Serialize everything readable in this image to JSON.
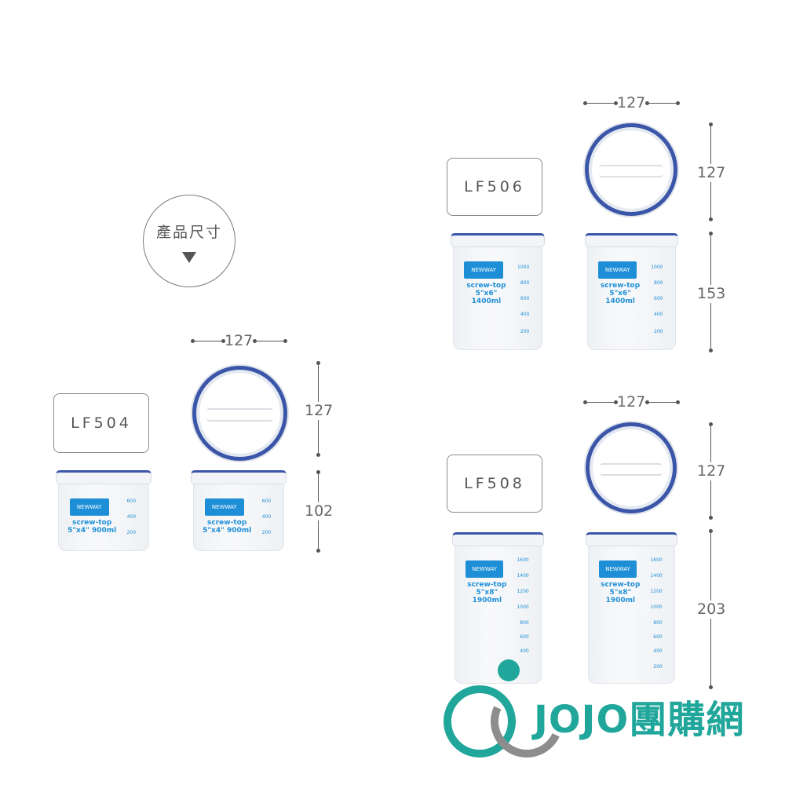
{
  "badge": {
    "text": "產品尺寸"
  },
  "products": [
    {
      "model": "LF504",
      "width": "127",
      "lid_depth": "127",
      "height": "102",
      "label": "5\"x4\" 900ml",
      "scale": [
        "600",
        "400",
        "200"
      ]
    },
    {
      "model": "LF506",
      "width": "127",
      "lid_depth": "127",
      "height": "153",
      "label": "5\"x6\" 1400ml",
      "scale": [
        "1000",
        "800",
        "600",
        "400",
        "200"
      ]
    },
    {
      "model": "LF508",
      "width": "127",
      "lid_depth": "127",
      "height": "203",
      "label": "5\"x8\" 1900ml",
      "scale": [
        "1600",
        "1400",
        "1200",
        "1000",
        "800",
        "600",
        "400",
        "200"
      ]
    }
  ],
  "container_text": {
    "brand": "NEWWAY",
    "type": "screw-top"
  },
  "logo": {
    "text": "JOJO團購網"
  },
  "colors": {
    "lid_blue": "#3b56a8",
    "label_blue": "#1e8fd6",
    "logo_teal": "#20a69a",
    "logo_gray": "#8d8d8d"
  }
}
